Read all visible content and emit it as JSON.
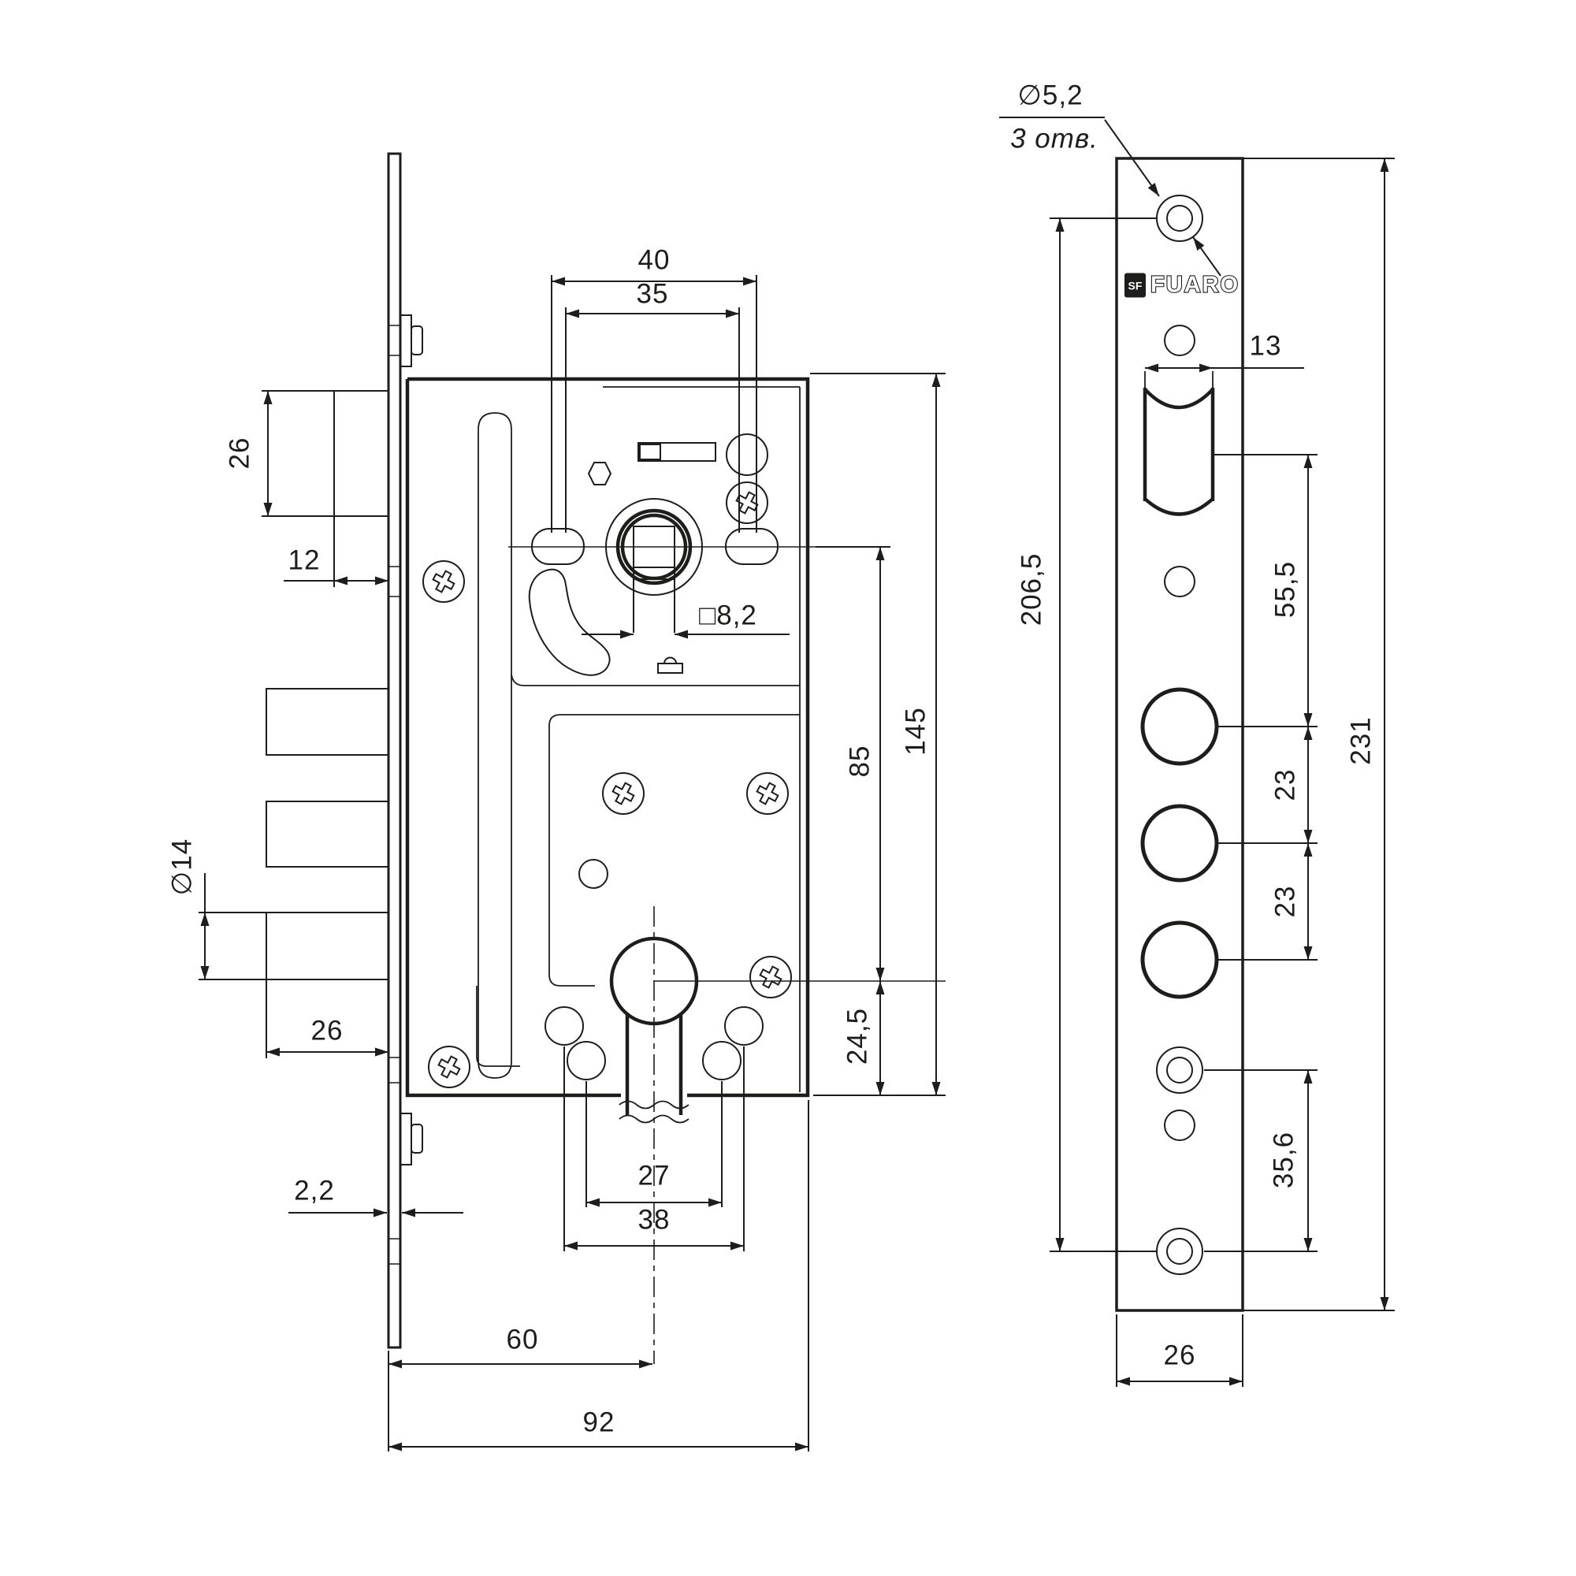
{
  "drawing": {
    "left_view": {
      "dims": {
        "top_width": "40",
        "top_width_inner": "35",
        "latch_height": "26",
        "latch_protrusion": "12",
        "spindle_square": "□8,2",
        "bolt_diameter": "∅14",
        "bolt_protrusion": "26",
        "faceplate_thickness": "2,2",
        "cylinder_slot_inner": "27",
        "cylinder_slot_outer": "38",
        "spindle_to_cylinder": "85",
        "cylinder_to_bottom": "24,5",
        "case_height": "145",
        "backset": "60",
        "case_depth": "92"
      }
    },
    "right_view": {
      "hole_note": {
        "diameter": "∅5,2",
        "quantity": "3 отв."
      },
      "brand": {
        "mark": "SF",
        "name": "FUARO"
      },
      "dims": {
        "latch_width": "13",
        "latch_to_bolt": "55,5",
        "bolt_spacing_top": "23",
        "bolt_spacing_bottom": "23",
        "screw_span": "206,5",
        "plate_height": "231",
        "bottom_screw_span": "35,6",
        "plate_width": "26"
      }
    },
    "colors": {
      "line": "#1d1d1b",
      "background": "#ffffff"
    }
  }
}
